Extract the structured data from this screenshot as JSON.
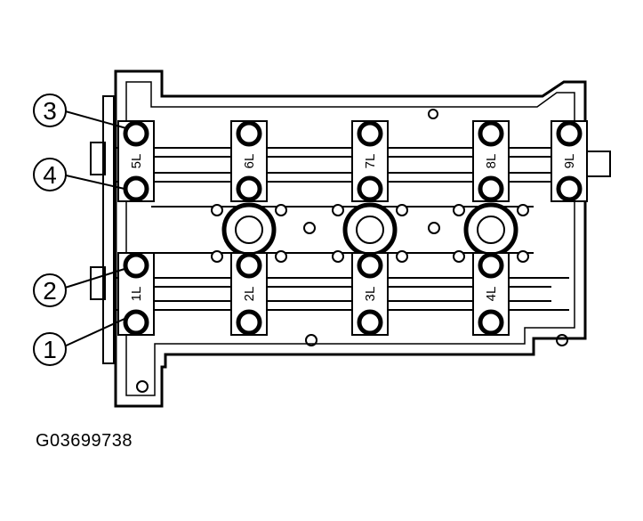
{
  "figure_id": "G03699738",
  "colors": {
    "ink": "#000000",
    "paper": "#ffffff"
  },
  "callouts": [
    {
      "id": "3",
      "label": "3"
    },
    {
      "id": "4",
      "label": "4"
    },
    {
      "id": "2",
      "label": "2"
    },
    {
      "id": "1",
      "label": "1"
    }
  ],
  "cap_labels": [
    "1L",
    "2L",
    "3L",
    "4L",
    "5L",
    "6L",
    "7L",
    "8L",
    "9L"
  ]
}
